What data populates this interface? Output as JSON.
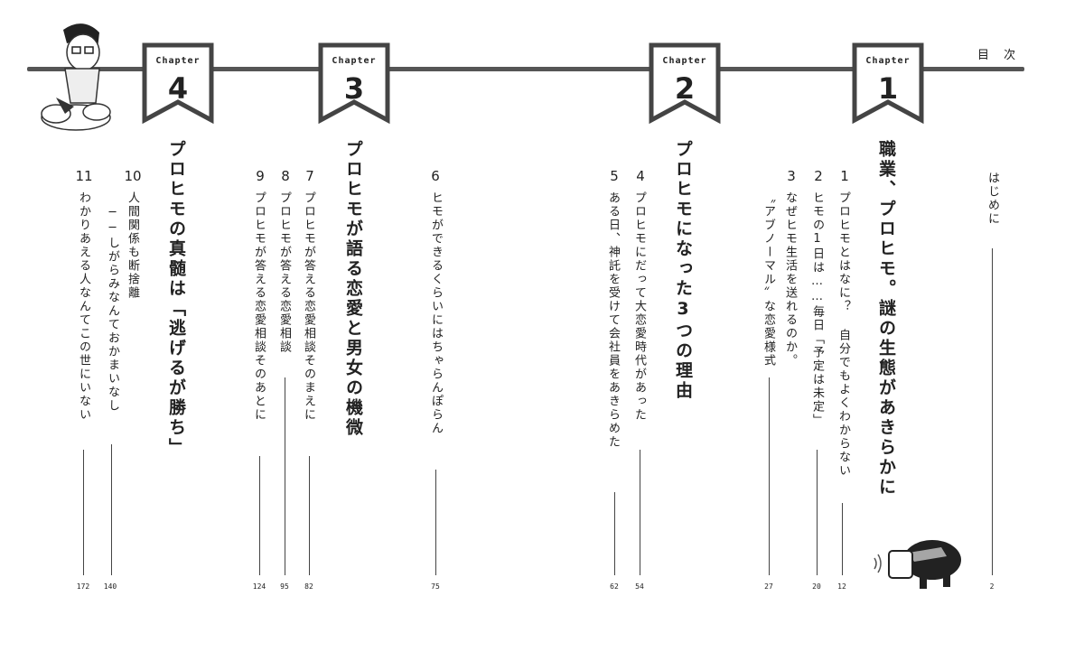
{
  "toc_title": "目 次",
  "chapters": [
    {
      "label": "Chapter",
      "number": "1"
    },
    {
      "label": "Chapter",
      "number": "2"
    },
    {
      "label": "Chapter",
      "number": "3"
    },
    {
      "label": "Chapter",
      "number": "4"
    }
  ],
  "intro": {
    "title": "はじめに",
    "page": "2"
  },
  "parts": [
    {
      "title": "職業、プロヒモ。謎の生態があきらかに"
    },
    {
      "title": "プロヒモになった3つの理由"
    },
    {
      "title": "プロヒモが語る恋愛と男女の機微"
    },
    {
      "title": "プロヒモの真髄は「逃げるが勝ち」"
    }
  ],
  "items": [
    {
      "num": "1",
      "text": "プロヒモとはなに？ 自分でもよくわからない",
      "page": "12"
    },
    {
      "num": "2",
      "text": "ヒモの1日は……毎日「予定は未定」",
      "page": "20"
    },
    {
      "num": "3",
      "text": "なぜヒモ生活を送れるのか。",
      "text2": "〝アブノーマル〟な恋愛様式",
      "page": "27"
    },
    {
      "num": "4",
      "text": "プロヒモにだって大恋愛時代があった",
      "page": "54"
    },
    {
      "num": "5",
      "text": "ある日、神託を受けて会社員をあきらめた",
      "page": "62"
    },
    {
      "num": "6",
      "text": "ヒモができるくらいにはちゃらんぽらん",
      "page": "75"
    },
    {
      "num": "7",
      "text": "プロヒモが答える恋愛相談そのまえに",
      "page": "82"
    },
    {
      "num": "8",
      "text": "プロヒモが答える恋愛相談",
      "page": "95"
    },
    {
      "num": "9",
      "text": "プロヒモが答える恋愛相談そのあとに",
      "page": "124"
    },
    {
      "num": "10",
      "text": "人間関係も断捨離",
      "text2": "──しがらみなんておかまいなし",
      "page": "140"
    },
    {
      "num": "11",
      "text": "わかりあえる人なんてこの世にいない",
      "page": "172"
    }
  ]
}
